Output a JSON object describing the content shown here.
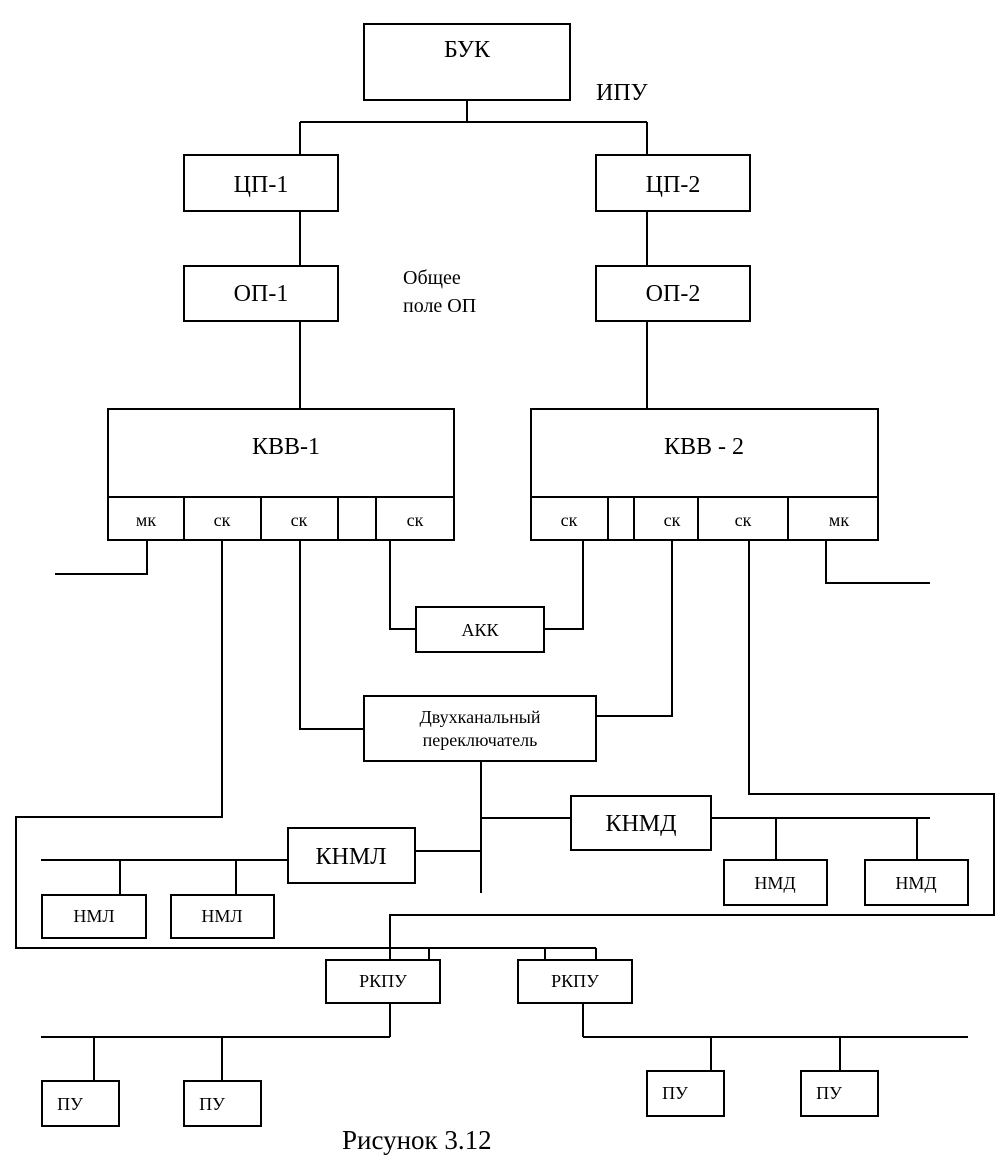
{
  "labels": {
    "buk": "БУК",
    "ipu": "ИПУ",
    "cp1": "ЦП-1",
    "cp2": "ЦП-2",
    "op1": "ОП-1",
    "op2": "ОП-2",
    "common_field_line1": "Общее",
    "common_field_line2": "поле ОП",
    "kvv1": "КВВ-1",
    "kvv2": "КВВ - 2",
    "kvv1_channels": [
      "мк",
      "ск",
      "ск",
      "ск"
    ],
    "kvv2_channels": [
      "ск",
      "ск",
      "ск",
      "мк"
    ],
    "akk": "АКК",
    "switch_line1": "Двухканальный",
    "switch_line2": "переключатель",
    "knml": "КНМЛ",
    "knmd": "КНМД",
    "nml_1": "НМЛ",
    "nml_2": "НМЛ",
    "nmd_1": "НМД",
    "nmd_2": "НМД",
    "rkpu_1": "РКПУ",
    "rkpu_2": "РКПУ",
    "pu_1": "ПУ",
    "pu_2": "ПУ",
    "pu_3": "ПУ",
    "pu_4": "ПУ",
    "caption": "Рисунок 3.12"
  }
}
